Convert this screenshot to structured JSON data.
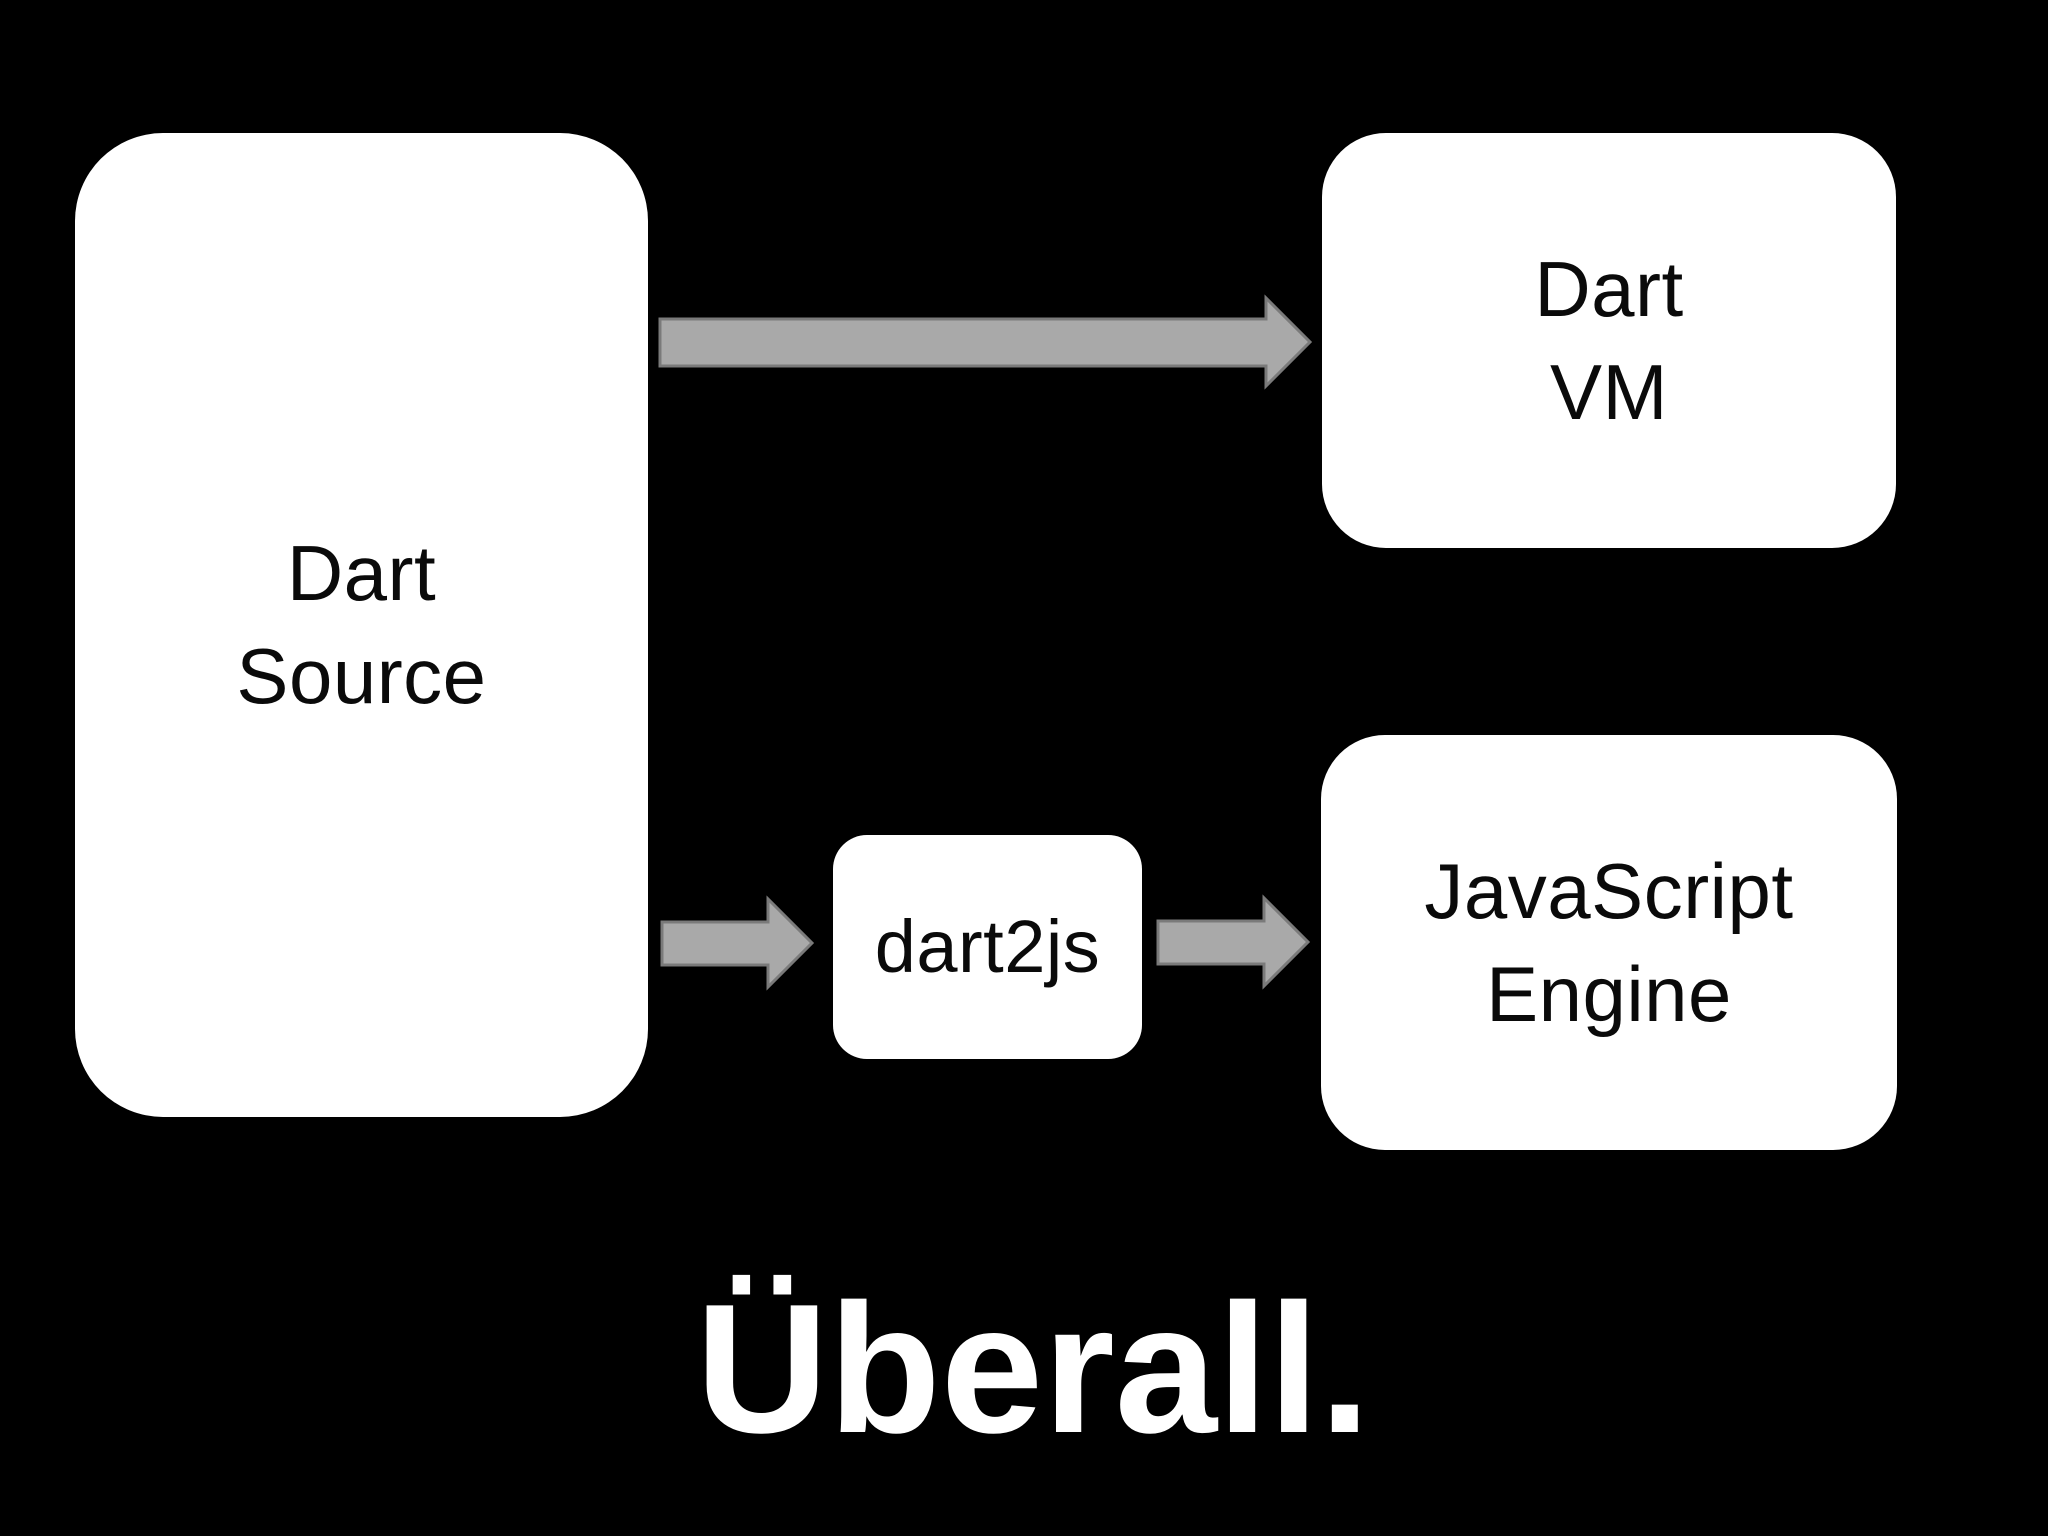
{
  "diagram": {
    "nodes": {
      "dart_source": {
        "line1": "Dart",
        "line2": "Source"
      },
      "dart_vm": {
        "line1": "Dart",
        "line2": "VM"
      },
      "dart2js": {
        "label": "dart2js"
      },
      "js_engine": {
        "line1": "JavaScript",
        "line2": "Engine"
      }
    },
    "edges": [
      {
        "from": "Dart Source",
        "to": "Dart VM"
      },
      {
        "from": "Dart Source",
        "to": "dart2js"
      },
      {
        "from": "dart2js",
        "to": "JavaScript Engine"
      }
    ],
    "caption": "Überall.",
    "colors": {
      "background": "#000000",
      "node_fill": "#ffffff",
      "node_text": "#0a0a0a",
      "arrow_fill": "#a9a9a9",
      "arrow_outline": "#7a7a7a",
      "caption_color": "#ffffff"
    }
  }
}
